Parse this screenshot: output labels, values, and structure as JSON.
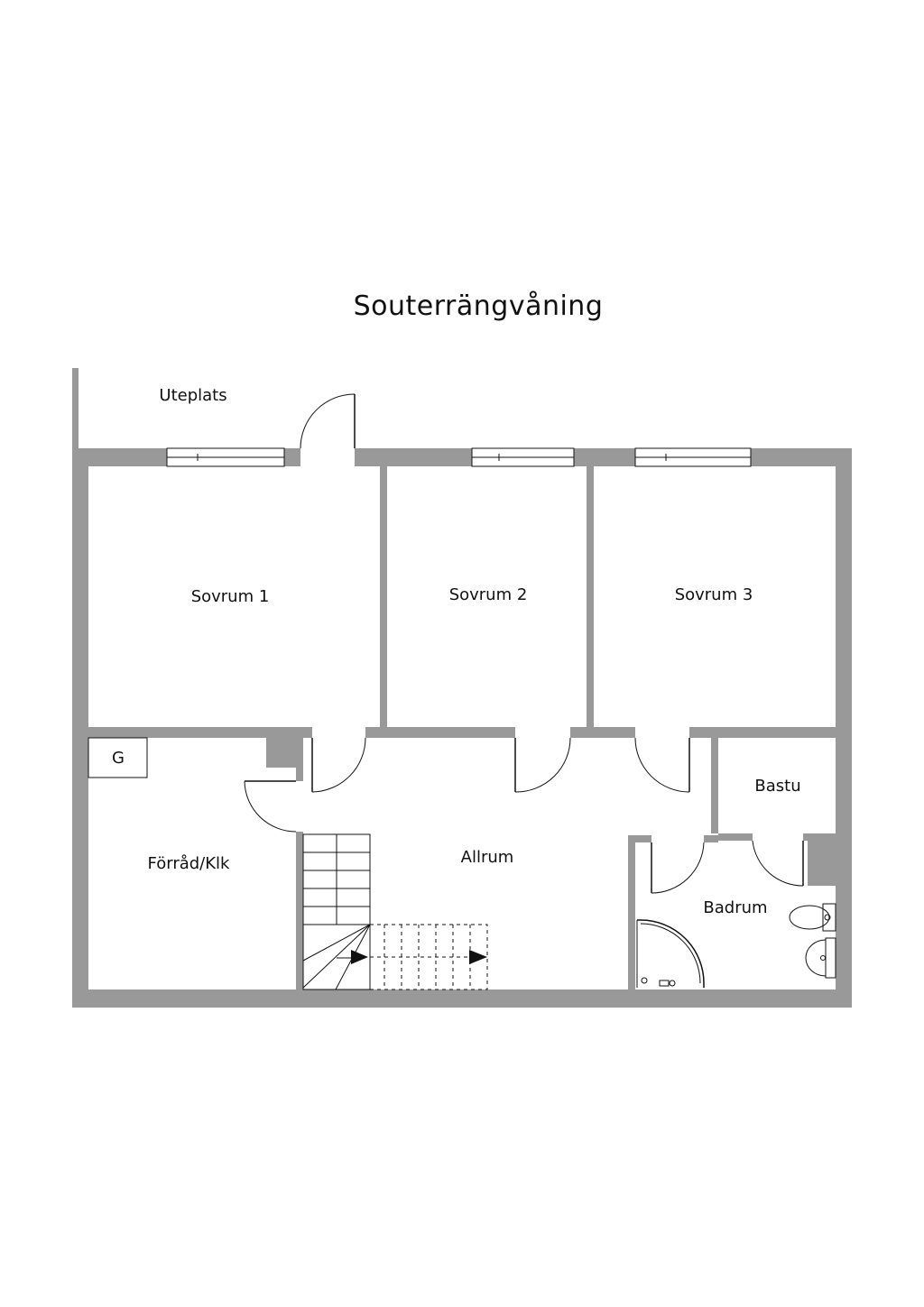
{
  "plan": {
    "title": "Souterrängvåning",
    "rooms": {
      "uteplats": "Uteplats",
      "sovrum1": "Sovrum 1",
      "sovrum2": "Sovrum 2",
      "sovrum3": "Sovrum 3",
      "forrad": "Förråd/Klk",
      "allrum": "Allrum",
      "bastu": "Bastu",
      "badrum": "Badrum",
      "g_box": "G"
    }
  }
}
